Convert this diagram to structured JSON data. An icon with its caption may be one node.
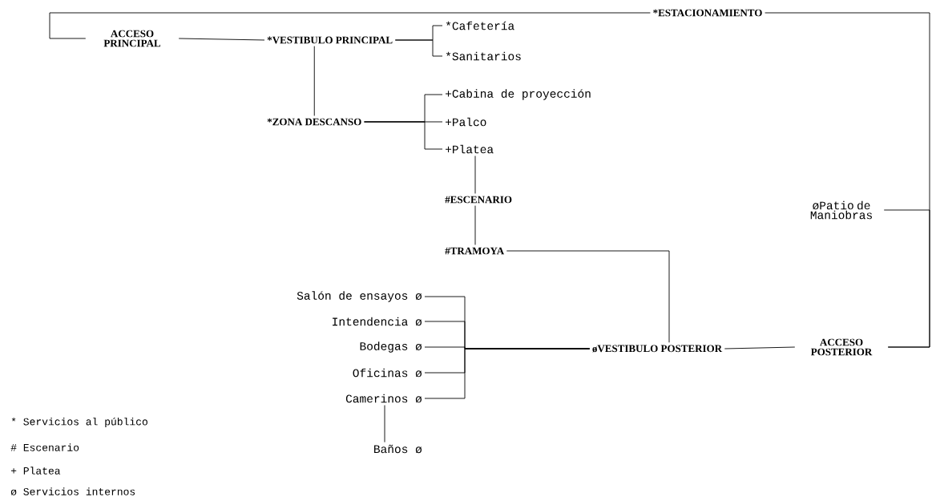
{
  "diagram": {
    "nodes": [
      {
        "text": [
          "ACCESO PRINCIPAL"
        ]
      },
      {
        "text": [
          "*VESTIBULO PRINCIPAL"
        ]
      },
      {
        "text": [
          "*Cafetería"
        ]
      },
      {
        "text": [
          "*Sanitarios"
        ]
      },
      {
        "text": [
          "*ZONA DESCANSO"
        ]
      },
      {
        "text": [
          "+Cabina de proyección"
        ]
      },
      {
        "text": [
          "+Palco"
        ]
      },
      {
        "text": [
          "+Platea"
        ]
      },
      {
        "text": [
          "#ESCENARIO"
        ]
      },
      {
        "text": [
          "#TRAMOYA"
        ]
      },
      {
        "text": [
          "*ESTACIONAMIENTO"
        ]
      },
      {
        "text": [
          "øPatio de Maniobras"
        ]
      },
      {
        "text": [
          "Salón de ensayos ø"
        ]
      },
      {
        "text": [
          "Intendencia ø"
        ]
      },
      {
        "text": [
          "Bodegas ø"
        ]
      },
      {
        "text": [
          "Oficinas ø"
        ]
      },
      {
        "text": [
          "Camerinos ø"
        ]
      },
      {
        "text": [
          "Baños ø"
        ]
      },
      {
        "text": [
          "øVESTIBULO POSTERIOR"
        ]
      },
      {
        "text": [
          "ACCESO POSTERIOR"
        ]
      }
    ],
    "edges": [
      {
        "from": 0,
        "to": 1,
        "arrow": "none"
      },
      {
        "from": 1,
        "to": 2,
        "arrow": "none"
      },
      {
        "from": 1,
        "to": 3,
        "arrow": "none"
      },
      {
        "from": 1,
        "to": 4,
        "arrow": "none"
      },
      {
        "from": 4,
        "to": 5,
        "arrow": "none"
      },
      {
        "from": 4,
        "to": 6,
        "arrow": "none"
      },
      {
        "from": 4,
        "to": 7,
        "arrow": "none"
      },
      {
        "from": 7,
        "to": 8,
        "arrow": "none"
      },
      {
        "from": 8,
        "to": 9,
        "arrow": "none"
      },
      {
        "from": 9,
        "to": 18,
        "arrow": "none"
      },
      {
        "from": 12,
        "to": 18,
        "arrow": "none"
      },
      {
        "from": 13,
        "to": 18,
        "arrow": "none"
      },
      {
        "from": 14,
        "to": 18,
        "arrow": "none"
      },
      {
        "from": 15,
        "to": 18,
        "arrow": "none"
      },
      {
        "from": 16,
        "to": 18,
        "arrow": "none"
      },
      {
        "from": 16,
        "to": 17,
        "arrow": "none"
      },
      {
        "from": 18,
        "to": 19,
        "arrow": "none"
      },
      {
        "from": 0,
        "to": 10,
        "arrow": "none"
      },
      {
        "from": 10,
        "to": 19,
        "arrow": "none"
      },
      {
        "from": 11,
        "to": 19,
        "arrow": "none"
      }
    ],
    "legend": [
      {
        "text": "* Servicios al público"
      },
      {
        "text": "# Escenario"
      },
      {
        "text": "+ Platea"
      },
      {
        "text": "ø Servicios internos"
      }
    ]
  }
}
